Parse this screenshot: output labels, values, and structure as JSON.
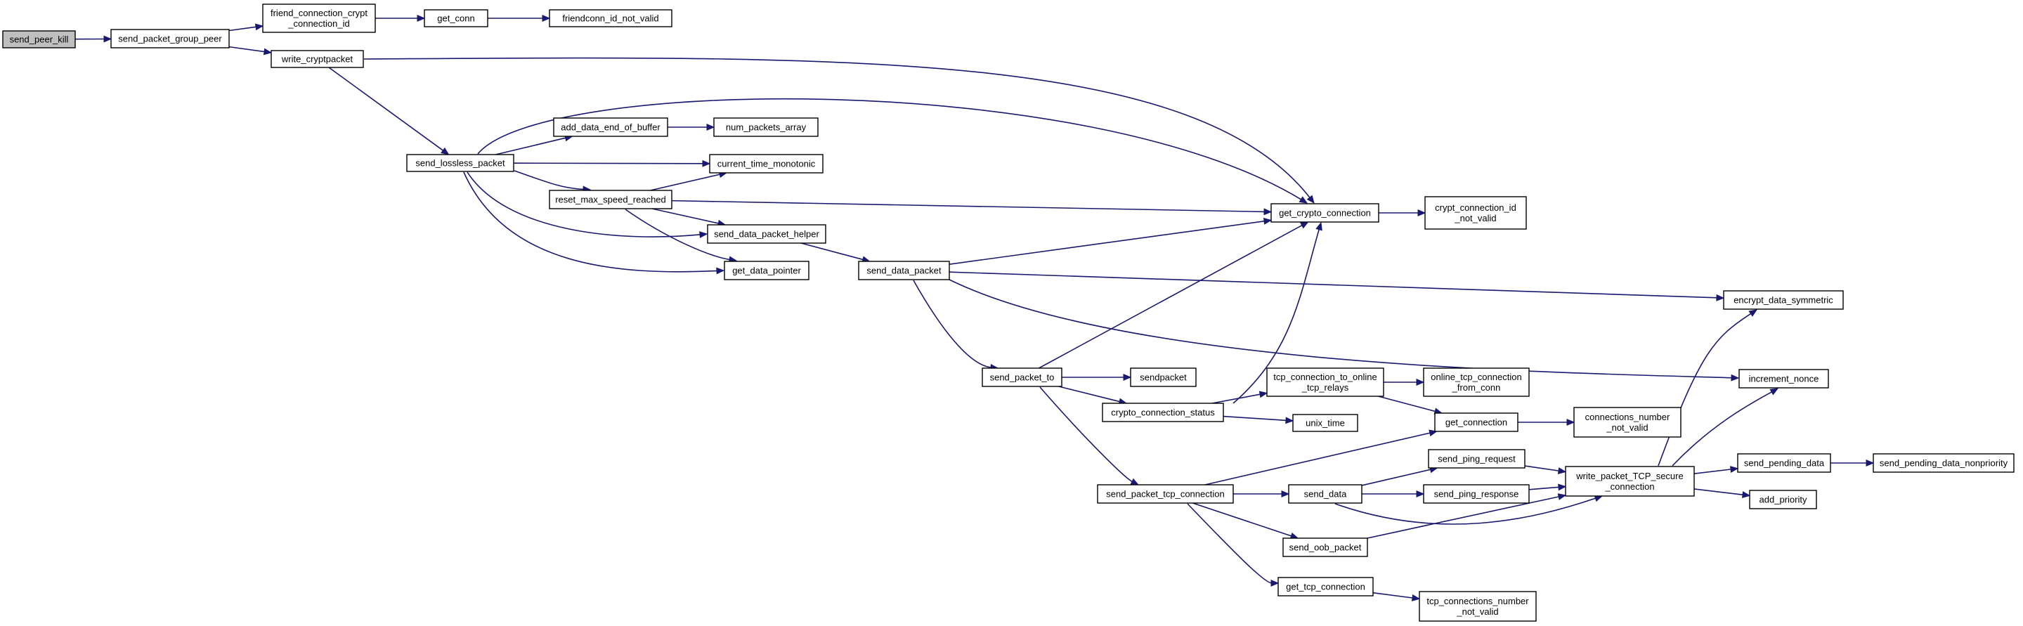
{
  "graph": {
    "root": "send_peer_kill",
    "nodes": [
      {
        "id": "send_peer_kill",
        "lines": [
          "send_peer_kill"
        ]
      },
      {
        "id": "send_packet_group_peer",
        "lines": [
          "send_packet_group_peer"
        ]
      },
      {
        "id": "friend_connection_crypt_connection_id",
        "lines": [
          "friend_connection_crypt",
          "_connection_id"
        ]
      },
      {
        "id": "get_conn",
        "lines": [
          "get_conn"
        ]
      },
      {
        "id": "friendconn_id_not_valid",
        "lines": [
          "friendconn_id_not_valid"
        ]
      },
      {
        "id": "write_cryptpacket",
        "lines": [
          "write_cryptpacket"
        ]
      },
      {
        "id": "send_lossless_packet",
        "lines": [
          "send_lossless_packet"
        ]
      },
      {
        "id": "add_data_end_of_buffer",
        "lines": [
          "add_data_end_of_buffer"
        ]
      },
      {
        "id": "num_packets_array",
        "lines": [
          "num_packets_array"
        ]
      },
      {
        "id": "current_time_monotonic",
        "lines": [
          "current_time_monotonic"
        ]
      },
      {
        "id": "reset_max_speed_reached",
        "lines": [
          "reset_max_speed_reached"
        ]
      },
      {
        "id": "send_data_packet_helper",
        "lines": [
          "send_data_packet_helper"
        ]
      },
      {
        "id": "get_data_pointer",
        "lines": [
          "get_data_pointer"
        ]
      },
      {
        "id": "send_data_packet",
        "lines": [
          "send_data_packet"
        ]
      },
      {
        "id": "get_crypto_connection",
        "lines": [
          "get_crypto_connection"
        ]
      },
      {
        "id": "crypt_connection_id_not_valid",
        "lines": [
          "crypt_connection_id",
          "_not_valid"
        ]
      },
      {
        "id": "encrypt_data_symmetric",
        "lines": [
          "encrypt_data_symmetric"
        ]
      },
      {
        "id": "increment_nonce",
        "lines": [
          "increment_nonce"
        ]
      },
      {
        "id": "send_packet_to",
        "lines": [
          "send_packet_to"
        ]
      },
      {
        "id": "sendpacket",
        "lines": [
          "sendpacket"
        ]
      },
      {
        "id": "crypto_connection_status",
        "lines": [
          "crypto_connection_status"
        ]
      },
      {
        "id": "tcp_connection_to_online_tcp_relays",
        "lines": [
          "tcp_connection_to_online",
          "_tcp_relays"
        ]
      },
      {
        "id": "online_tcp_connection_from_conn",
        "lines": [
          "online_tcp_connection",
          "_from_conn"
        ]
      },
      {
        "id": "unix_time",
        "lines": [
          "unix_time"
        ]
      },
      {
        "id": "get_connection",
        "lines": [
          "get_connection"
        ]
      },
      {
        "id": "connections_number_not_valid",
        "lines": [
          "connections_number",
          "_not_valid"
        ]
      },
      {
        "id": "send_packet_tcp_connection",
        "lines": [
          "send_packet_tcp_connection"
        ]
      },
      {
        "id": "send_data",
        "lines": [
          "send_data"
        ]
      },
      {
        "id": "send_ping_request",
        "lines": [
          "send_ping_request"
        ]
      },
      {
        "id": "send_ping_response",
        "lines": [
          "send_ping_response"
        ]
      },
      {
        "id": "write_packet_TCP_secure_connection",
        "lines": [
          "write_packet_TCP_secure",
          "_connection"
        ]
      },
      {
        "id": "send_pending_data",
        "lines": [
          "send_pending_data"
        ]
      },
      {
        "id": "send_pending_data_nonpriority",
        "lines": [
          "send_pending_data_nonpriority"
        ]
      },
      {
        "id": "add_priority",
        "lines": [
          "add_priority"
        ]
      },
      {
        "id": "send_oob_packet",
        "lines": [
          "send_oob_packet"
        ]
      },
      {
        "id": "get_tcp_connection",
        "lines": [
          "get_tcp_connection"
        ]
      },
      {
        "id": "tcp_connections_number_not_valid",
        "lines": [
          "tcp_connections_number",
          "_not_valid"
        ]
      }
    ],
    "edges": [
      [
        "send_peer_kill",
        "send_packet_group_peer"
      ],
      [
        "send_packet_group_peer",
        "friend_connection_crypt_connection_id"
      ],
      [
        "send_packet_group_peer",
        "write_cryptpacket"
      ],
      [
        "friend_connection_crypt_connection_id",
        "get_conn"
      ],
      [
        "get_conn",
        "friendconn_id_not_valid"
      ],
      [
        "write_cryptpacket",
        "get_crypto_connection"
      ],
      [
        "write_cryptpacket",
        "send_lossless_packet"
      ],
      [
        "send_lossless_packet",
        "add_data_end_of_buffer"
      ],
      [
        "send_lossless_packet",
        "current_time_monotonic"
      ],
      [
        "send_lossless_packet",
        "get_crypto_connection"
      ],
      [
        "send_lossless_packet",
        "reset_max_speed_reached"
      ],
      [
        "send_lossless_packet",
        "send_data_packet_helper"
      ],
      [
        "send_lossless_packet",
        "get_data_pointer"
      ],
      [
        "add_data_end_of_buffer",
        "num_packets_array"
      ],
      [
        "reset_max_speed_reached",
        "current_time_monotonic"
      ],
      [
        "reset_max_speed_reached",
        "get_crypto_connection"
      ],
      [
        "reset_max_speed_reached",
        "send_data_packet_helper"
      ],
      [
        "reset_max_speed_reached",
        "get_data_pointer"
      ],
      [
        "send_data_packet_helper",
        "send_data_packet"
      ],
      [
        "send_data_packet",
        "get_crypto_connection"
      ],
      [
        "send_data_packet",
        "encrypt_data_symmetric"
      ],
      [
        "send_data_packet",
        "increment_nonce"
      ],
      [
        "send_data_packet",
        "send_packet_to"
      ],
      [
        "get_crypto_connection",
        "crypt_connection_id_not_valid"
      ],
      [
        "send_packet_to",
        "get_crypto_connection"
      ],
      [
        "send_packet_to",
        "sendpacket"
      ],
      [
        "send_packet_to",
        "crypto_connection_status"
      ],
      [
        "send_packet_to",
        "send_packet_tcp_connection"
      ],
      [
        "crypto_connection_status",
        "get_crypto_connection"
      ],
      [
        "crypto_connection_status",
        "tcp_connection_to_online_tcp_relays"
      ],
      [
        "crypto_connection_status",
        "unix_time"
      ],
      [
        "tcp_connection_to_online_tcp_relays",
        "online_tcp_connection_from_conn"
      ],
      [
        "tcp_connection_to_online_tcp_relays",
        "get_connection"
      ],
      [
        "get_connection",
        "connections_number_not_valid"
      ],
      [
        "send_packet_tcp_connection",
        "get_connection"
      ],
      [
        "send_packet_tcp_connection",
        "send_data"
      ],
      [
        "send_packet_tcp_connection",
        "send_oob_packet"
      ],
      [
        "send_packet_tcp_connection",
        "get_tcp_connection"
      ],
      [
        "send_data",
        "send_ping_request"
      ],
      [
        "send_data",
        "send_ping_response"
      ],
      [
        "send_data",
        "write_packet_TCP_secure_connection"
      ],
      [
        "send_ping_request",
        "write_packet_TCP_secure_connection"
      ],
      [
        "send_ping_response",
        "write_packet_TCP_secure_connection"
      ],
      [
        "send_oob_packet",
        "write_packet_TCP_secure_connection"
      ],
      [
        "write_packet_TCP_secure_connection",
        "encrypt_data_symmetric"
      ],
      [
        "write_packet_TCP_secure_connection",
        "increment_nonce"
      ],
      [
        "write_packet_TCP_secure_connection",
        "send_pending_data"
      ],
      [
        "write_packet_TCP_secure_connection",
        "add_priority"
      ],
      [
        "send_pending_data",
        "send_pending_data_nonpriority"
      ],
      [
        "get_tcp_connection",
        "tcp_connections_number_not_valid"
      ]
    ]
  }
}
